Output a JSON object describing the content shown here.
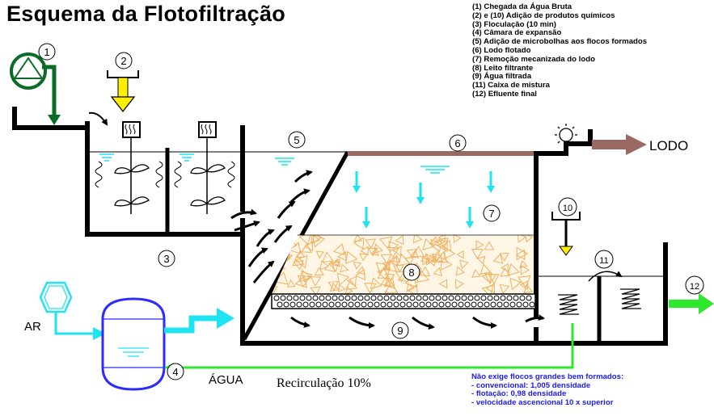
{
  "title": "Esquema da Flotofiltração",
  "legend": [
    "(1) Chegada da Água Bruta",
    "(2) e (10) Adição de produtos químicos",
    "(3) Floculação (10 min)",
    "(4) Câmara de expansão",
    "(5) Adição de microbolhas aos flocos formados",
    "(6) Lodo flotado",
    "(7) Remoção mecanizada do lodo",
    "(8) Leito filtrante",
    "(9) Água filtrada",
    "(11) Caixa de mistura",
    "(12) Efluente final"
  ],
  "markers": {
    "m1": "1",
    "m2": "2",
    "m3": "3",
    "m4": "4",
    "m5": "5",
    "m6": "6",
    "m7": "7",
    "m8": "8",
    "m9": "9",
    "m10": "10",
    "m11": "11",
    "m12": "12"
  },
  "labels": {
    "lodo": "LODO",
    "ar": "AR",
    "agua": "ÁGUA",
    "recirculacao": "Recirculação 10%"
  },
  "notes": [
    "Não exige flocos grandes bem formados:",
    "- convencional: 1,005 densidade",
    "- flotação: 0,98 densidade",
    "- velocidade ascencional 10 x superior"
  ],
  "colors": {
    "raw_water": "#0b6b27",
    "chemicals": "#ffee00",
    "air": "#1fe3f0",
    "sludge": "#9a6a62",
    "recirculation": "#2ee82e",
    "expansion_chamber": "#2b2bff",
    "notes_text": "#1a1aff",
    "filter_media": "#f0b060"
  },
  "icons": [
    "pump-icon",
    "sun-icon",
    "mixer-motor-icon",
    "hopper-icon",
    "compressor-icon"
  ]
}
